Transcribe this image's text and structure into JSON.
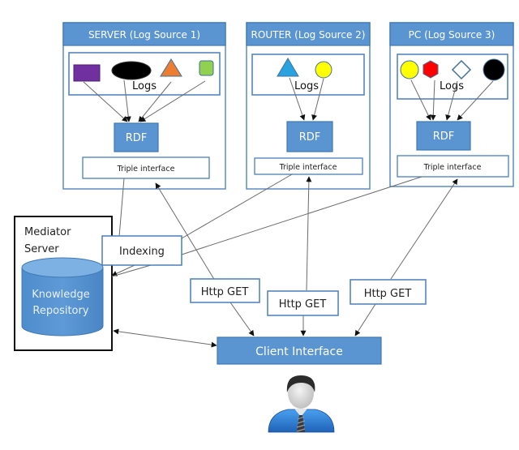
{
  "diagram": {
    "sources": [
      {
        "id": "server",
        "title": "SERVER (Log Source 1)",
        "logs_label": "Logs",
        "rdf_label": "RDF",
        "triple_label": "Triple interface",
        "log_shapes": [
          {
            "shape": "rectangle",
            "color": "#7030a0"
          },
          {
            "shape": "ellipse",
            "color": "#000000"
          },
          {
            "shape": "triangle",
            "color": "#ed7d31"
          },
          {
            "shape": "rounded-square",
            "color": "#92d050"
          }
        ]
      },
      {
        "id": "router",
        "title": "ROUTER (Log Source 2)",
        "logs_label": "Logs",
        "rdf_label": "RDF",
        "triple_label": "Triple interface",
        "log_shapes": [
          {
            "shape": "triangle",
            "color": "#29a3e0"
          },
          {
            "shape": "circle",
            "color": "#ffff00"
          }
        ]
      },
      {
        "id": "pc",
        "title": "PC (Log Source 3)",
        "logs_label": "Logs",
        "rdf_label": "RDF",
        "triple_label": "Triple interface",
        "log_shapes": [
          {
            "shape": "circle",
            "color": "#ffff00"
          },
          {
            "shape": "hexagon",
            "color": "#ff0000"
          },
          {
            "shape": "diamond",
            "color": "#ffffff"
          },
          {
            "shape": "circle",
            "color": "#000000"
          }
        ]
      }
    ],
    "mediator": {
      "title_line1": "Mediator",
      "title_line2": "Server",
      "repository_line1": "Knowledge",
      "repository_line2": "Repository"
    },
    "indexing_label": "Indexing",
    "http_get_labels": [
      "Http GET",
      "Http GET",
      "Http GET"
    ],
    "client_interface_label": "Client Interface",
    "user_icon": "user-businessman-icon",
    "colors": {
      "accent_blue": "#5a95d2",
      "border_blue": "#4a7fb8",
      "connector_gray": "#6b6b6b"
    }
  }
}
